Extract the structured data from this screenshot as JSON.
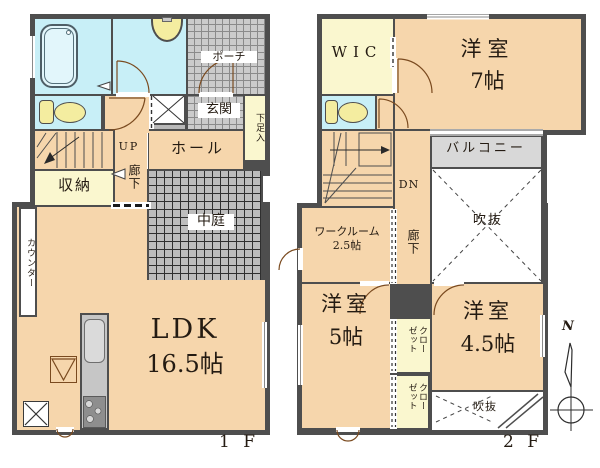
{
  "f1": {
    "label": "1 F",
    "porch": "ポーチ",
    "genkan": "玄関",
    "shoe_cabinet": "下足入",
    "hall": "ホール",
    "up": "UP",
    "corridor": "廊下",
    "storage": "収納",
    "courtyard": "中庭",
    "counter": "カウンター",
    "ldk_name": "LDK",
    "ldk_size": "16.5帖"
  },
  "f2": {
    "label": "2 F",
    "wic": "WIC",
    "bedroom7_name": "洋室",
    "bedroom7_size": "7帖",
    "balcony": "バルコニー",
    "void_upper": "吹抜",
    "void_lower": "吹抜",
    "dn": "DN",
    "corridor": "廊下",
    "workroom_name": "ワークルーム",
    "workroom_size": "2.5帖",
    "bedroom5_name": "洋室",
    "bedroom5_size": "5帖",
    "bedroom45_name": "洋室",
    "bedroom45_size": "4.5帖",
    "closet_upper": "クローゼット",
    "closet_lower": "クローゼット"
  },
  "compass": {
    "north": "N"
  },
  "colors": {
    "room": "#f6d6ac",
    "water": "#c8eff7",
    "closet": "#faf7cf",
    "fixture": "#f4eda0",
    "tile": "#cbcbcb",
    "courtyard": "#bdbdbd",
    "balcony": "#d8d8d8",
    "wall": "#4e4e4e",
    "door_arc": "#7a4a1f",
    "text": "#241b12"
  }
}
